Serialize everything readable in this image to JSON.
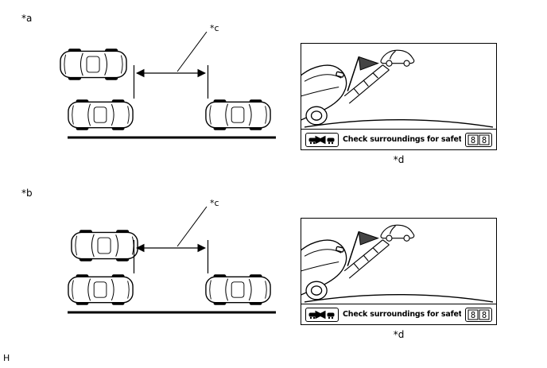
{
  "page": {
    "marker": "H"
  },
  "scenarios": [
    {
      "label": "*a",
      "gap_label": "*c",
      "screen_label": "*d",
      "screen": {
        "message": "Check surroundings for safety.",
        "left_icon": "parking-distance-icon",
        "right_icon": "sonar-display-icon",
        "digits": [
          "8",
          "8"
        ]
      }
    },
    {
      "label": "*b",
      "gap_label": "*c",
      "screen_label": "*d",
      "screen": {
        "message": "Check surroundings for safety.",
        "left_icon": "parking-distance-icon",
        "right_icon": "sonar-display-icon",
        "digits": [
          "8",
          "8"
        ]
      }
    }
  ]
}
